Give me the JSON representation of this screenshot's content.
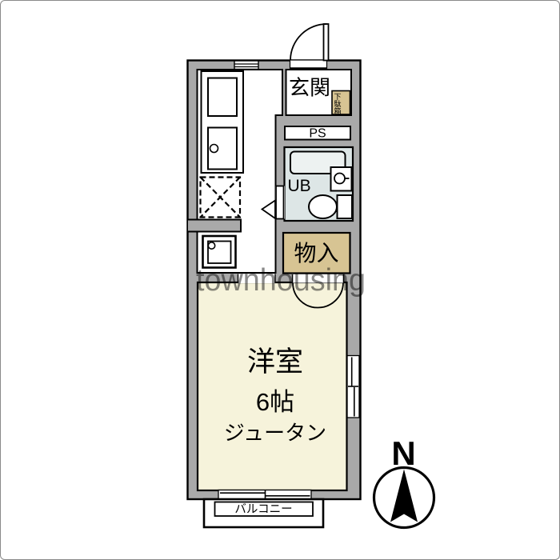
{
  "plan": {
    "entrance_label": "玄関",
    "shoe_cabinet_label": "下駄箱",
    "pipe_space_label": "PS",
    "unit_bath_label": "UB",
    "storage_label": "物入",
    "room_name": "洋室",
    "room_size": "6帖",
    "room_floor": "ジュータン",
    "balcony_label": "バルコニー"
  },
  "compass": {
    "north_label": "N"
  },
  "watermark": {
    "text": "townhousing"
  },
  "colors": {
    "wall": "#a9a9a9",
    "floor_white": "#ffffff",
    "room_floor": "#f6f3db",
    "storage": "#d7c493",
    "unit_bath": "#dde6e6",
    "tub": "#edf2f1",
    "outline": "#000000",
    "watermark": "#3a3a3a"
  }
}
